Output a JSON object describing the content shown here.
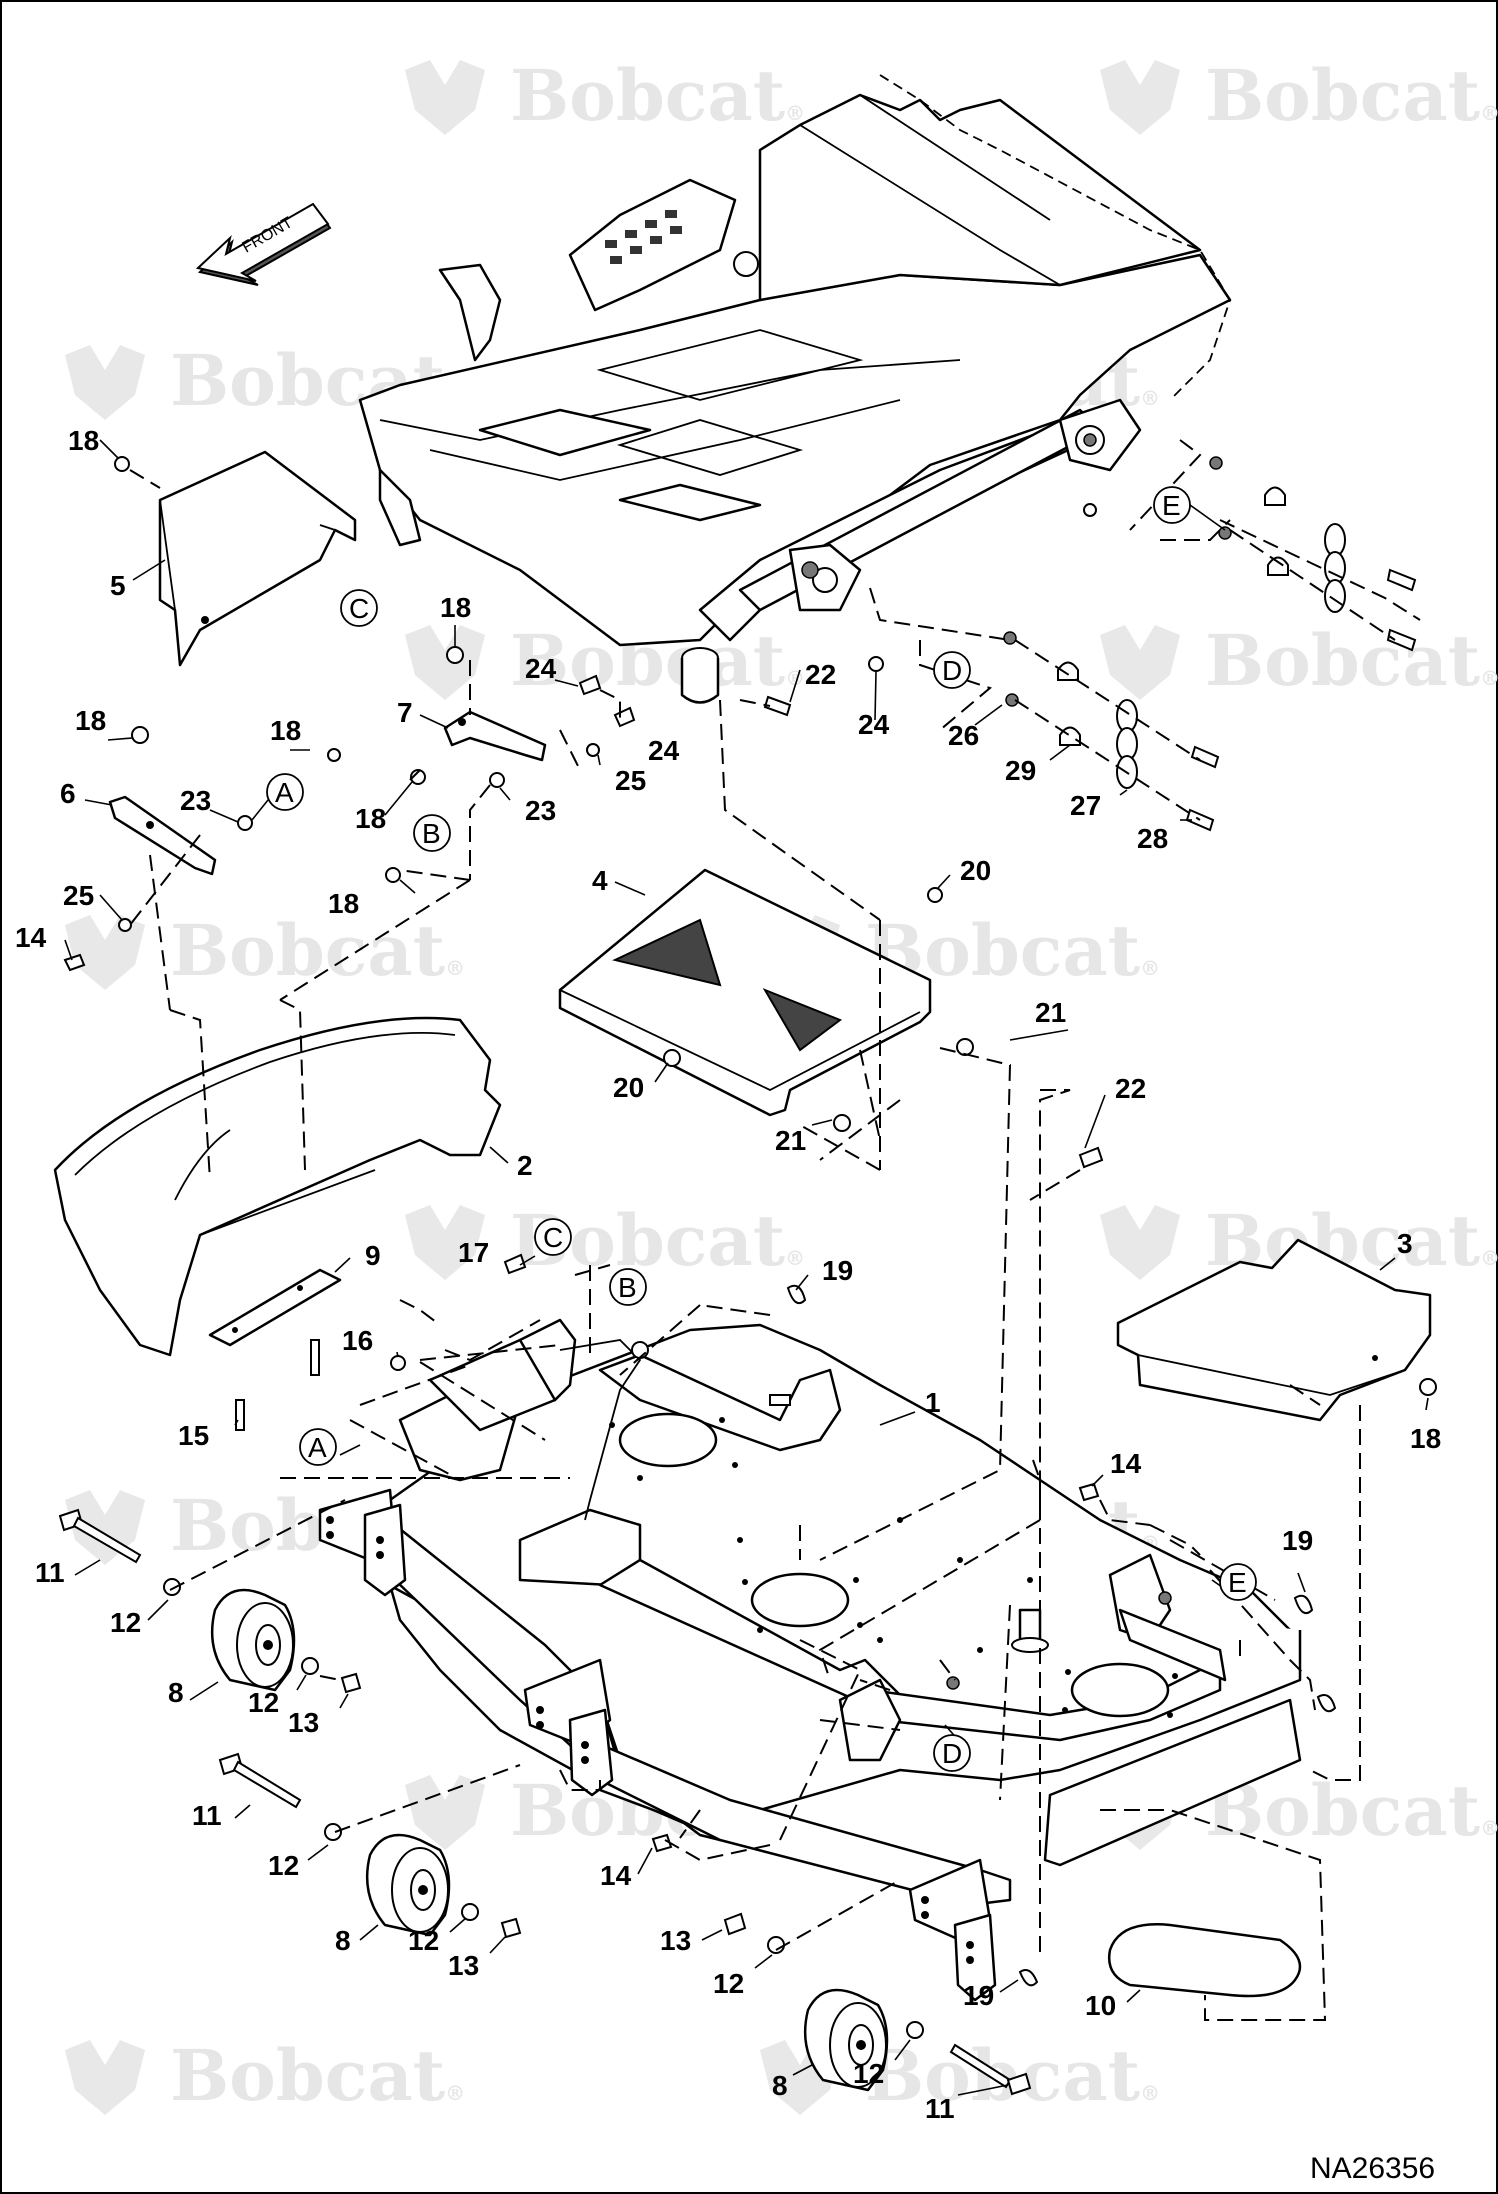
{
  "drawing": {
    "reference": "NA26356",
    "front_label": "FRONT",
    "watermark_text": "Bobcat",
    "watermark_registered": "®"
  },
  "callouts": [
    {
      "id": "c18a",
      "text": "18"
    },
    {
      "id": "c5",
      "text": "5"
    },
    {
      "id": "cC1",
      "text": "C"
    },
    {
      "id": "c18b",
      "text": "18"
    },
    {
      "id": "c24a",
      "text": "24"
    },
    {
      "id": "c7",
      "text": "7"
    },
    {
      "id": "c22a",
      "text": "22"
    },
    {
      "id": "c24b",
      "text": "24"
    },
    {
      "id": "c24c",
      "text": "24"
    },
    {
      "id": "cD1",
      "text": "D"
    },
    {
      "id": "c26",
      "text": "26"
    },
    {
      "id": "c29",
      "text": "29"
    },
    {
      "id": "c27",
      "text": "27"
    },
    {
      "id": "c28",
      "text": "28"
    },
    {
      "id": "cE1",
      "text": "E"
    },
    {
      "id": "c18c",
      "text": "18"
    },
    {
      "id": "c18d",
      "text": "18"
    },
    {
      "id": "c6",
      "text": "6"
    },
    {
      "id": "c23a",
      "text": "23"
    },
    {
      "id": "cA1",
      "text": "A"
    },
    {
      "id": "c18e",
      "text": "18"
    },
    {
      "id": "cB1",
      "text": "B"
    },
    {
      "id": "c18f",
      "text": "18"
    },
    {
      "id": "c25a",
      "text": "25"
    },
    {
      "id": "c23b",
      "text": "23"
    },
    {
      "id": "c25b",
      "text": "25"
    },
    {
      "id": "c14a",
      "text": "14"
    },
    {
      "id": "c4",
      "text": "4"
    },
    {
      "id": "c20a",
      "text": "20"
    },
    {
      "id": "c21a",
      "text": "21"
    },
    {
      "id": "c20b",
      "text": "20"
    },
    {
      "id": "c21b",
      "text": "21"
    },
    {
      "id": "c22b",
      "text": "22"
    },
    {
      "id": "c2",
      "text": "2"
    },
    {
      "id": "c9",
      "text": "9"
    },
    {
      "id": "c15",
      "text": "15"
    },
    {
      "id": "c17",
      "text": "17"
    },
    {
      "id": "cC2",
      "text": "C"
    },
    {
      "id": "cB2",
      "text": "B"
    },
    {
      "id": "c19a",
      "text": "19"
    },
    {
      "id": "c3",
      "text": "3"
    },
    {
      "id": "c18g",
      "text": "18"
    },
    {
      "id": "c16",
      "text": "16"
    },
    {
      "id": "c1",
      "text": "1"
    },
    {
      "id": "cA2",
      "text": "A"
    },
    {
      "id": "c14b",
      "text": "14"
    },
    {
      "id": "c19b",
      "text": "19"
    },
    {
      "id": "cE2",
      "text": "E"
    },
    {
      "id": "c11a",
      "text": "11"
    },
    {
      "id": "c12a",
      "text": "12"
    },
    {
      "id": "c8a",
      "text": "8"
    },
    {
      "id": "c12b",
      "text": "12"
    },
    {
      "id": "c13a",
      "text": "13"
    },
    {
      "id": "cD2",
      "text": "D"
    },
    {
      "id": "c11b",
      "text": "11"
    },
    {
      "id": "c12c",
      "text": "12"
    },
    {
      "id": "c8b",
      "text": "8"
    },
    {
      "id": "c12d",
      "text": "12"
    },
    {
      "id": "c13b",
      "text": "13"
    },
    {
      "id": "c14c",
      "text": "14"
    },
    {
      "id": "c13c",
      "text": "13"
    },
    {
      "id": "c12e",
      "text": "12"
    },
    {
      "id": "c19c",
      "text": "19"
    },
    {
      "id": "c10",
      "text": "10"
    },
    {
      "id": "c8c",
      "text": "8"
    },
    {
      "id": "c12f",
      "text": "12"
    },
    {
      "id": "c11c",
      "text": "11"
    }
  ]
}
